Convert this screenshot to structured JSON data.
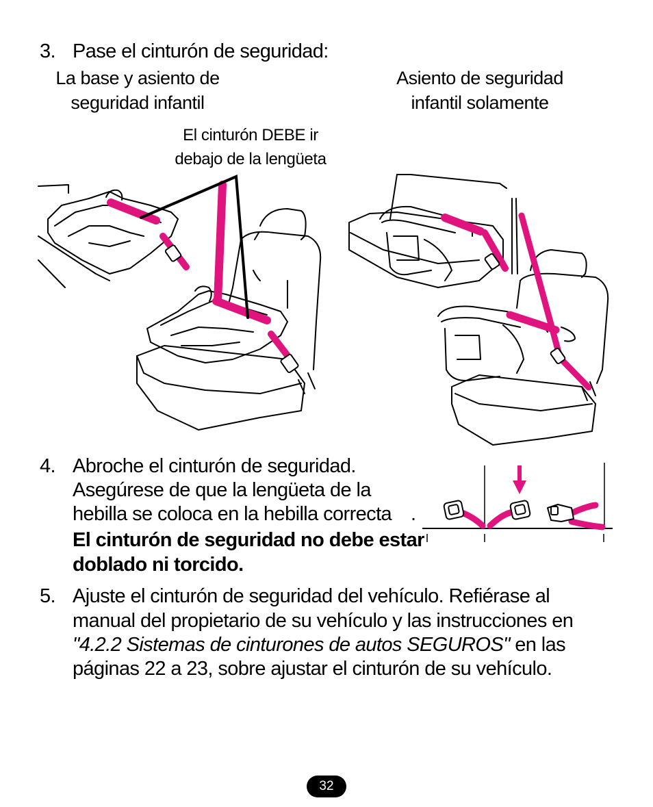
{
  "colors": {
    "belt": "#e0147e",
    "ink": "#000000",
    "badge": "#000000"
  },
  "step3": {
    "number": "3.",
    "text": "Pase el cinturón de seguridad:",
    "left_heading_line1": "La base y asiento de",
    "left_heading_line2": "seguridad infantil",
    "right_heading_line1": "Asiento de seguridad",
    "right_heading_line2": "infantil solamente",
    "callout_line1": "El cinturón DEBE ir",
    "callout_line2": "debajo de la lengüeta"
  },
  "step4": {
    "number": "4.",
    "line1": "Abroche el cinturón de seguridad.",
    "line2": "Asegúrese de que la lengüeta de la",
    "line3": "hebilla se coloca en la hebilla correcta",
    "line3_suffix": ".",
    "bold_line1": "El cinturón de seguridad no debe estar",
    "bold_line2": "doblado ni torcido."
  },
  "step5": {
    "number": "5.",
    "line1": "Ajuste el cinturón de seguridad del vehículo. Refiérase al",
    "line2": "manual del propietario de su vehículo y las instrucciones en",
    "line3_italic": "\"4.2.2 Sistemas de cinturones de autos SEGUROS\"",
    "line3_rest": " en las",
    "line4": "páginas 22 a 23, sobre ajustar el cinturón de su vehículo."
  },
  "page_number": "32"
}
